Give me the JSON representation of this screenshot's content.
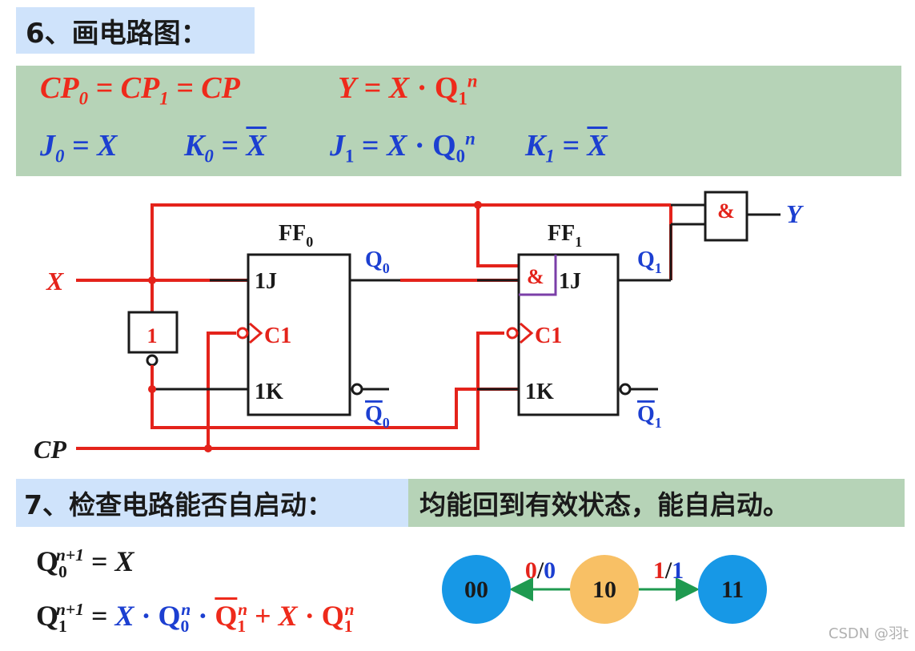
{
  "section6": {
    "title": "6、画电路图："
  },
  "equations": {
    "cp": {
      "a": "CP",
      "s0": "0",
      "eq1": " = ",
      "b": "CP",
      "s1": "1",
      "eq2": " = ",
      "c": "CP"
    },
    "y": {
      "lhs": "Y",
      "eq": " = ",
      "x": "X",
      "dot": " · ",
      "q": "Q",
      "sub": "1",
      "sup": "n"
    },
    "j0": {
      "lhs": "J",
      "sub": "0",
      "eq": " = ",
      "rhs": "X"
    },
    "k0": {
      "lhs": "K",
      "sub": "0",
      "eq": " = ",
      "rhs": "X"
    },
    "j1": {
      "lhs": "J",
      "sub": "1",
      "eq": " = ",
      "x": "X",
      "dot": " · ",
      "q": "Q",
      "qsub": "0",
      "qsup": "n"
    },
    "k1": {
      "lhs": "K",
      "sub": "1",
      "eq": " = ",
      "rhs": "X"
    }
  },
  "circuit": {
    "input_x": "X",
    "input_cp": "CP",
    "output_y": "Y",
    "ff0": {
      "label": "FF",
      "sub": "0",
      "j": "1J",
      "c": "C1",
      "k": "1K",
      "q": "Q",
      "qsub": "0",
      "qbar": "Q",
      "qbarsub": "0"
    },
    "ff1": {
      "label": "FF",
      "sub": "1",
      "j": "1J",
      "c": "C1",
      "k": "1K",
      "q": "Q",
      "qsub": "1",
      "qbar": "Q",
      "qbarsub": "1",
      "and_in": "&"
    },
    "inverter": "1",
    "and_gate": "&"
  },
  "section7": {
    "title": "7、检查电路能否自启动：",
    "answer": "均能回到有效状态，能自启动。"
  },
  "next_state": {
    "q0": {
      "q": "Q",
      "sub": "0",
      "sup": "n+1",
      "eq": " = ",
      "rhs": "X"
    },
    "q1": {
      "q": "Q",
      "sub": "1",
      "sup": "n+1",
      "eq": " = ",
      "x": "X",
      "dot": " · ",
      "qa": "Q",
      "qa_sub": "0",
      "qa_sup": "n",
      "dot2": " · ",
      "qb": "Q",
      "qb_sub": "1",
      "qb_sup": "n",
      "plus": " + ",
      "x2": "X",
      "dot3": " · ",
      "qc": "Q",
      "qc_sub": "1",
      "qc_sup": "n"
    }
  },
  "state_diagram": {
    "states": [
      "00",
      "10",
      "11"
    ],
    "transitions": [
      {
        "from": "10",
        "to": "00",
        "label_in": "0",
        "slash": "/",
        "label_out": "0"
      },
      {
        "from": "10",
        "to": "11",
        "label_in": "1",
        "slash": "/",
        "label_out": "1"
      }
    ],
    "colors": {
      "blue_state": "#1798e6",
      "orange_state": "#f8c065",
      "arrow": "#1f9a50"
    }
  },
  "watermark": "CSDN @羽t"
}
